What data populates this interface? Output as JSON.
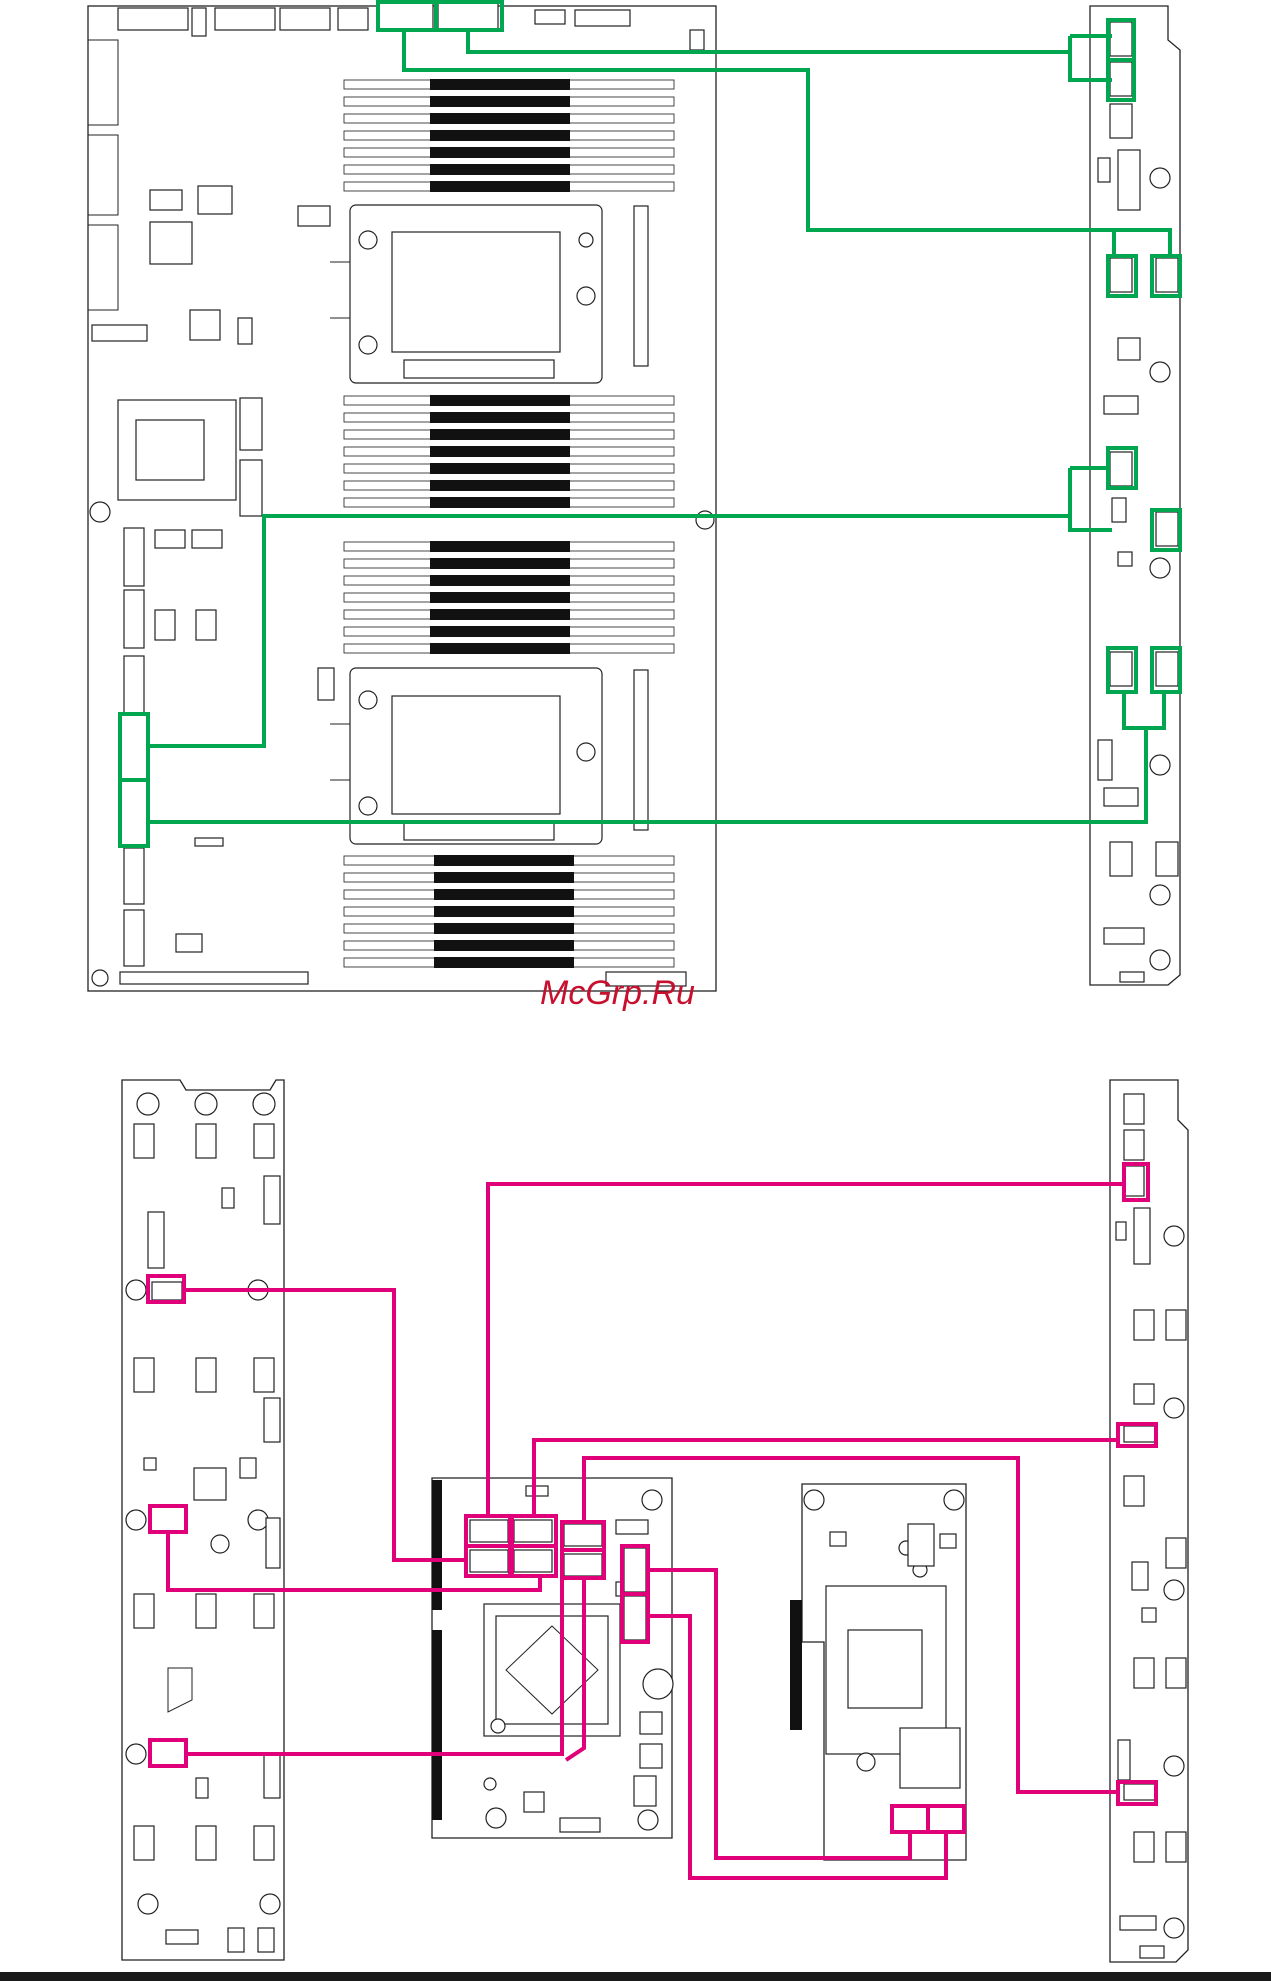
{
  "watermark": {
    "text": "McGrp.Ru",
    "color": "#c8102e"
  },
  "colors": {
    "green_cable": "#00a650",
    "magenta_cable": "#e0007a",
    "outline": "#222222",
    "footer_bar": "#1a1a1a"
  },
  "diagrams": [
    {
      "id": "top",
      "description_icon": "motherboard-to-backplane-cabling",
      "cable_color": "green"
    },
    {
      "id": "bottom",
      "description_icon": "raid-card-to-backplane-cabling",
      "cable_color": "magenta"
    }
  ]
}
